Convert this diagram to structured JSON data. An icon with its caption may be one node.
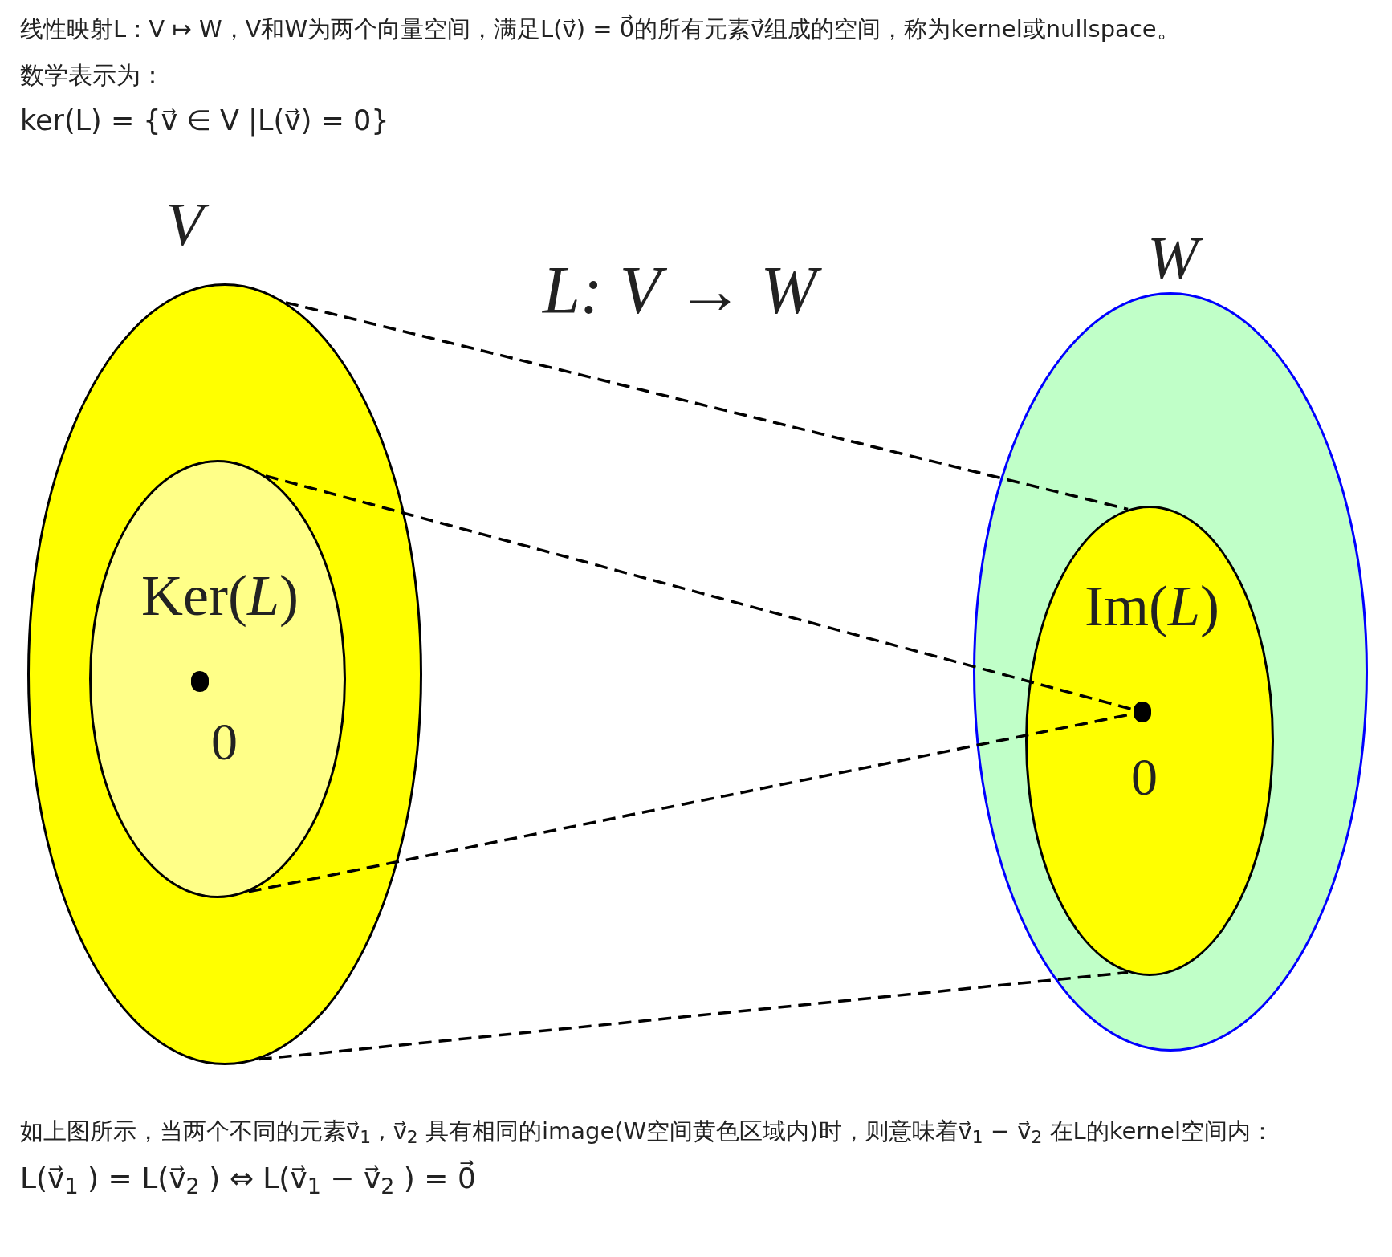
{
  "diagram": {
    "nodes": [
      {
        "text": [
          "V"
        ]
      },
      {
        "text": [
          "Ker(*L*)"
        ],
        "in": 0
      },
      {
        "text": [],
        "shape": "circle",
        "in": 1,
        "beside": [
          "0"
        ]
      },
      {
        "text": [
          "W"
        ]
      },
      {
        "text": [
          "Im(*L*)"
        ],
        "in": 3
      },
      {
        "text": [],
        "shape": "circle",
        "in": 4,
        "beside": [
          "0"
        ]
      }
    ],
    "edges": [
      {
        "from": 0,
        "to": 4,
        "arrow": "none",
        "style": "dashed"
      },
      {
        "from": 1,
        "to": 5,
        "arrow": "none",
        "style": "dashed"
      },
      {
        "from": 1,
        "to": 5,
        "arrow": "none",
        "style": "dashed"
      },
      {
        "from": 0,
        "to": 4,
        "arrow": "none",
        "style": "dashed"
      }
    ],
    "labels": [
      "线性映射L : V ↦ W，V和W为两个向量空间，满足L(v⃗) = 0⃗的所有元素v⃗组成的空间，称为kernel或nullspace。",
      "数学表示为：",
      "ker(L) = {v⃗ ∈ V |L(v⃗) = 0}",
      "L: V → W",
      "如上图所示，当两个不同的元素v⃗$_{1}$ , v⃗$_{2}$ 具有相同的image(W空间黄色区域内)时，则意味着v⃗$_{1}$ − v⃗$_{2}$ 在L的kernel空间内：",
      "L(v⃗$_{1}$ ) = L(v⃗$_{2}$ ) ⇔ L(v⃗$_{1}$ − v⃗$_{2}$ ) = 0⃗"
    ]
  }
}
